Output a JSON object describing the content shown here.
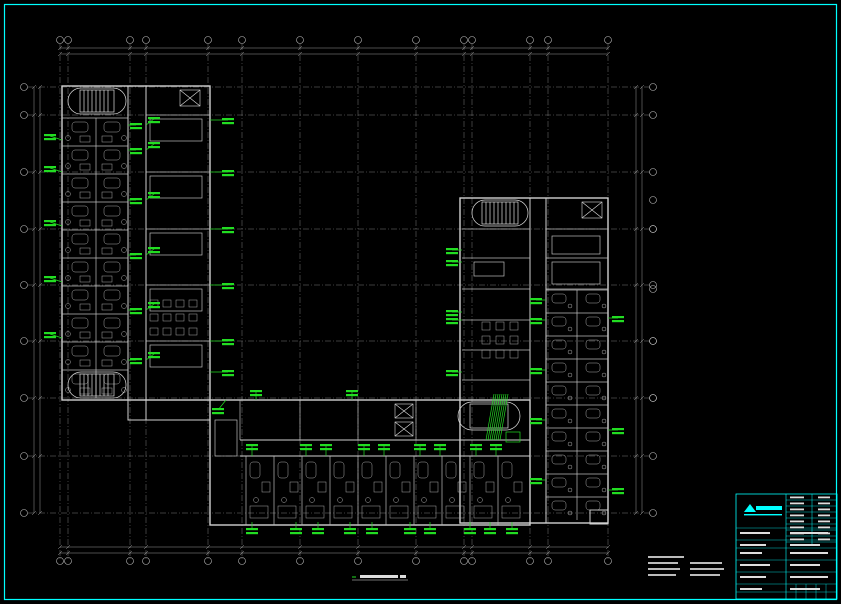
{
  "colors": {
    "background": "#000000",
    "frame": "#00ffff",
    "wall": "#cccccc",
    "grid": "#8a8a8a",
    "note": "#22dd22",
    "text": "#dddddd"
  },
  "grid_axes": {
    "column_count": 14,
    "row_count": 11
  },
  "title_block": {
    "logo_text": "",
    "project_rows": 6
  },
  "icons": [
    "stair-icon",
    "elevator-icon",
    "toilet-fixture-icon",
    "column-bubble-icon"
  ]
}
